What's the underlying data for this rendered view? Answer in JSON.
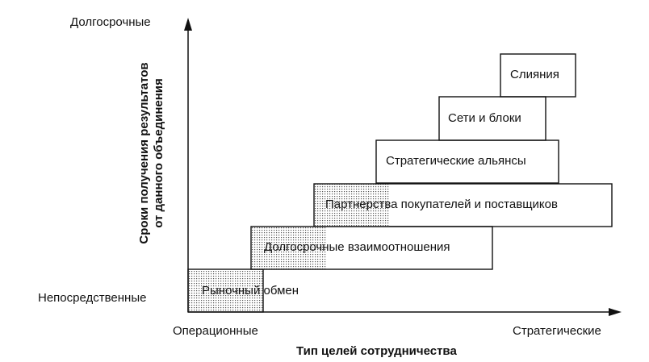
{
  "axes": {
    "y_top_label": "Долгосрочные",
    "y_bottom_label": "Непосредственные",
    "x_left_label": "Операционные",
    "x_right_label": "Стратегические",
    "x_title": "Тип  целей сотрудничества",
    "y_title_line1": "Сроки получения результатов",
    "y_title_line2": "от данного объединения"
  },
  "steps": [
    {
      "label": "Рыночный обмен",
      "shaded": true
    },
    {
      "label": "Долгосрочные взаимоотношения",
      "shaded": true
    },
    {
      "label": "Партнерства покупателей и поставщиков",
      "shaded": true
    },
    {
      "label": "Стратегические альянсы",
      "shaded": false
    },
    {
      "label": "Сети и блоки",
      "shaded": false
    },
    {
      "label": "Слияния",
      "shaded": false
    }
  ]
}
